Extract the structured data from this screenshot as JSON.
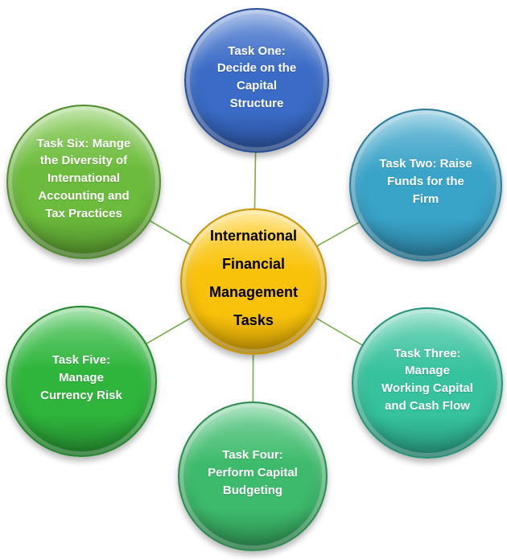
{
  "diagram": {
    "title": "International Financial Management Tasks",
    "type": "radial-cycle",
    "background_color": "#FFFFFF",
    "connector_color": "#76AC4E"
  },
  "nodes": [
    {
      "id": "center",
      "label": "International\nFinancial\nManagement\nTasks",
      "text_color": "#000000",
      "colors": {
        "light": "#FFDE6E",
        "fill": "#F9C20A",
        "dark": "#C79606"
      }
    },
    {
      "id": "task-one",
      "label": "Task One:\nDecide on the\nCapital\nStructure",
      "text_color": "#FFFFFF",
      "colors": {
        "light": "#7FA0DD",
        "fill": "#3A6BC6",
        "dark": "#2A4F96"
      }
    },
    {
      "id": "task-two",
      "label": "Task Two: Raise\nFunds for the\nFirm",
      "text_color": "#FFFFFF",
      "colors": {
        "light": "#7FC4DC",
        "fill": "#39A3C8",
        "dark": "#2A7A98"
      }
    },
    {
      "id": "task-three",
      "label": "Task Three:\nManage\nWorking Capital\nand Cash Flow",
      "text_color": "#FFFFFF",
      "colors": {
        "light": "#80D8C0",
        "fill": "#35C29C",
        "dark": "#27927A"
      }
    },
    {
      "id": "task-four",
      "label": "Task Four:\nPerform Capital\nBudgeting",
      "text_color": "#FFFFFF",
      "colors": {
        "light": "#83D5A2",
        "fill": "#3DBA6B",
        "dark": "#2D8B50"
      }
    },
    {
      "id": "task-five",
      "label": "Task Five:\nManage\nCurrency Risk",
      "text_color": "#FFFFFF",
      "colors": {
        "light": "#79D384",
        "fill": "#2FB53C",
        "dark": "#23882E"
      }
    },
    {
      "id": "task-six",
      "label": "Task Six: Mange\nthe Diversity of\nInternational\nAccounting and\nTax Practices",
      "text_color": "#FFFFFF",
      "colors": {
        "light": "#A4D880",
        "fill": "#6CBB3C",
        "dark": "#518D2C"
      }
    }
  ]
}
